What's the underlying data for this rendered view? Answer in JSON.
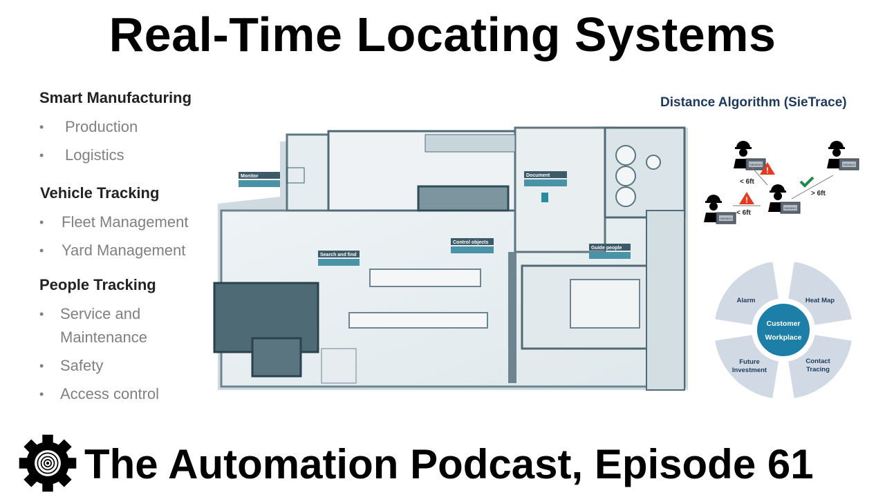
{
  "title": "Real-Time Locating Systems",
  "sections": [
    {
      "heading": "Smart Manufacturing",
      "items": [
        "Production",
        "Logistics"
      ]
    },
    {
      "heading": "Vehicle Tracking",
      "items": [
        "Fleet Management",
        "Yard Management"
      ]
    },
    {
      "heading": "People Tracking",
      "items": [
        "Service and Maintenance",
        "Safety",
        "Access control"
      ]
    }
  ],
  "floor_plan": {
    "labels": [
      "Monitor",
      "Document",
      "Search and find",
      "Control objects",
      "Guide people"
    ]
  },
  "distance_algorithm": {
    "title": "Distance Algorithm (SieTrace)",
    "distances": [
      "< 6ft",
      "< 6ft",
      "> 6ft"
    ],
    "device_brand": "SIEMENS",
    "colors": {
      "warning": "#e53a1e",
      "ok": "#1e8a4a"
    }
  },
  "wheel": {
    "center": [
      "Customer",
      "Workplace"
    ],
    "segments": [
      "Alarm",
      "Heat Map",
      "Contact Tracing",
      "Future Investment"
    ],
    "colors": {
      "center": "#1d7fa8",
      "segment": "#d0d9e4"
    }
  },
  "footer": {
    "text": "The Automation Podcast, Episode 61",
    "logo_icon": "gear-signal-icon"
  }
}
